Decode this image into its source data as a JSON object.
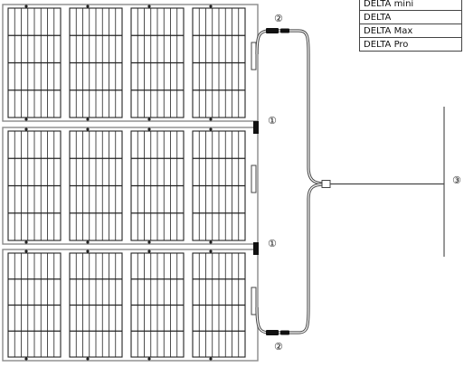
{
  "compatible_models": [
    {
      "label": "DELTA mini"
    },
    {
      "label": "DELTA"
    },
    {
      "label": "DELTA Max"
    },
    {
      "label": "DELTA Pro"
    }
  ],
  "callouts": {
    "panel_connector": "①",
    "output_connector": "②",
    "output_cable": "③"
  },
  "solar_array": {
    "panels": 3,
    "cells_per_panel": 4
  },
  "colors": {
    "panel_frame": "#8a8a8a",
    "cell_grid": "#222222",
    "connector": "#111111",
    "cable": "#444444"
  }
}
